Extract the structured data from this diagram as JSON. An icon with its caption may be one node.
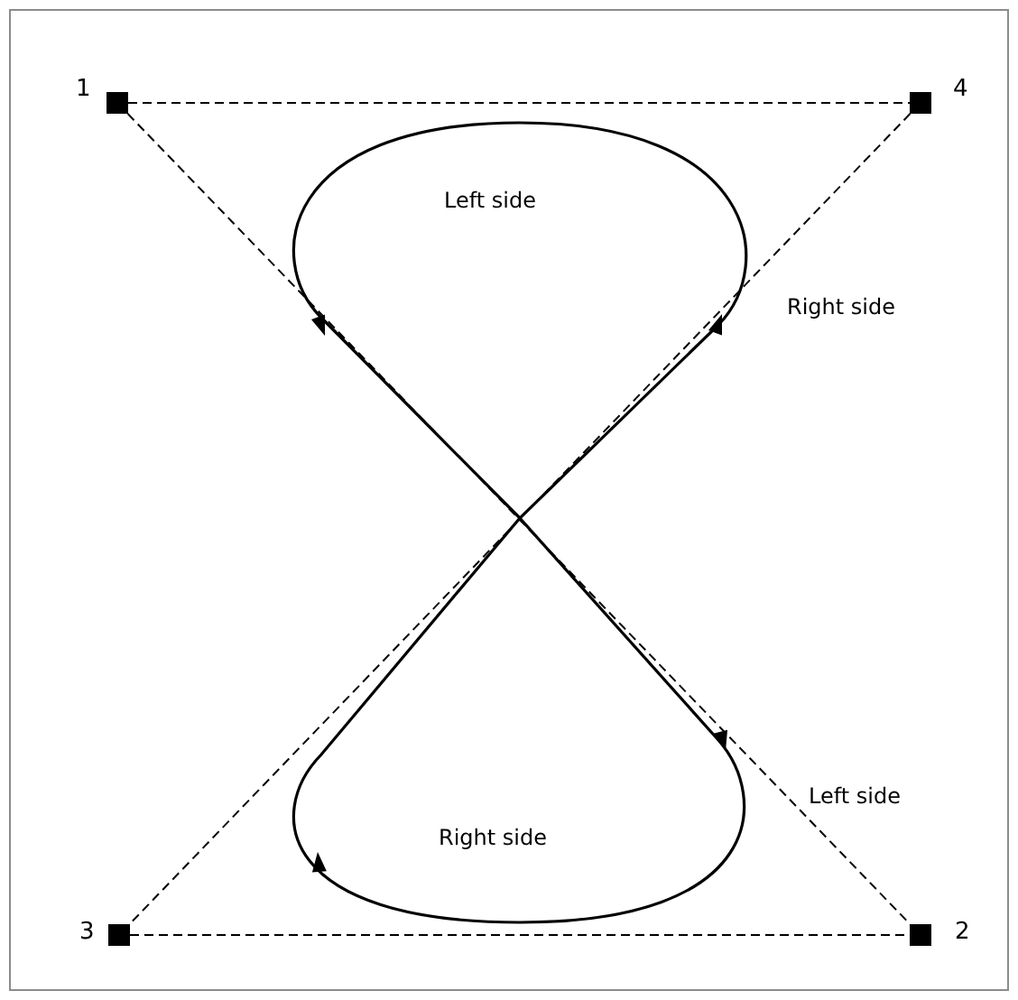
{
  "diagram": {
    "nodes": [
      {
        "text": [],
        "shape": "box",
        "beside": [
          "1"
        ]
      },
      {
        "text": [],
        "shape": "box",
        "beside": [
          "4"
        ]
      },
      {
        "text": [],
        "shape": "box",
        "beside": [
          "3"
        ]
      },
      {
        "text": [],
        "shape": "box",
        "beside": [
          "2"
        ]
      }
    ],
    "edges": [
      {
        "from": 0,
        "to": 1,
        "arrow": "none",
        "style": "dashed"
      },
      {
        "from": 0,
        "to": 3,
        "arrow": "none",
        "style": "dashed"
      },
      {
        "from": 1,
        "to": 2,
        "arrow": "none",
        "style": "dashed"
      },
      {
        "from": 2,
        "to": 3,
        "arrow": "none",
        "style": "dashed"
      }
    ],
    "labels": [
      "Left side",
      "Right side",
      "Left side",
      "Right side"
    ]
  }
}
